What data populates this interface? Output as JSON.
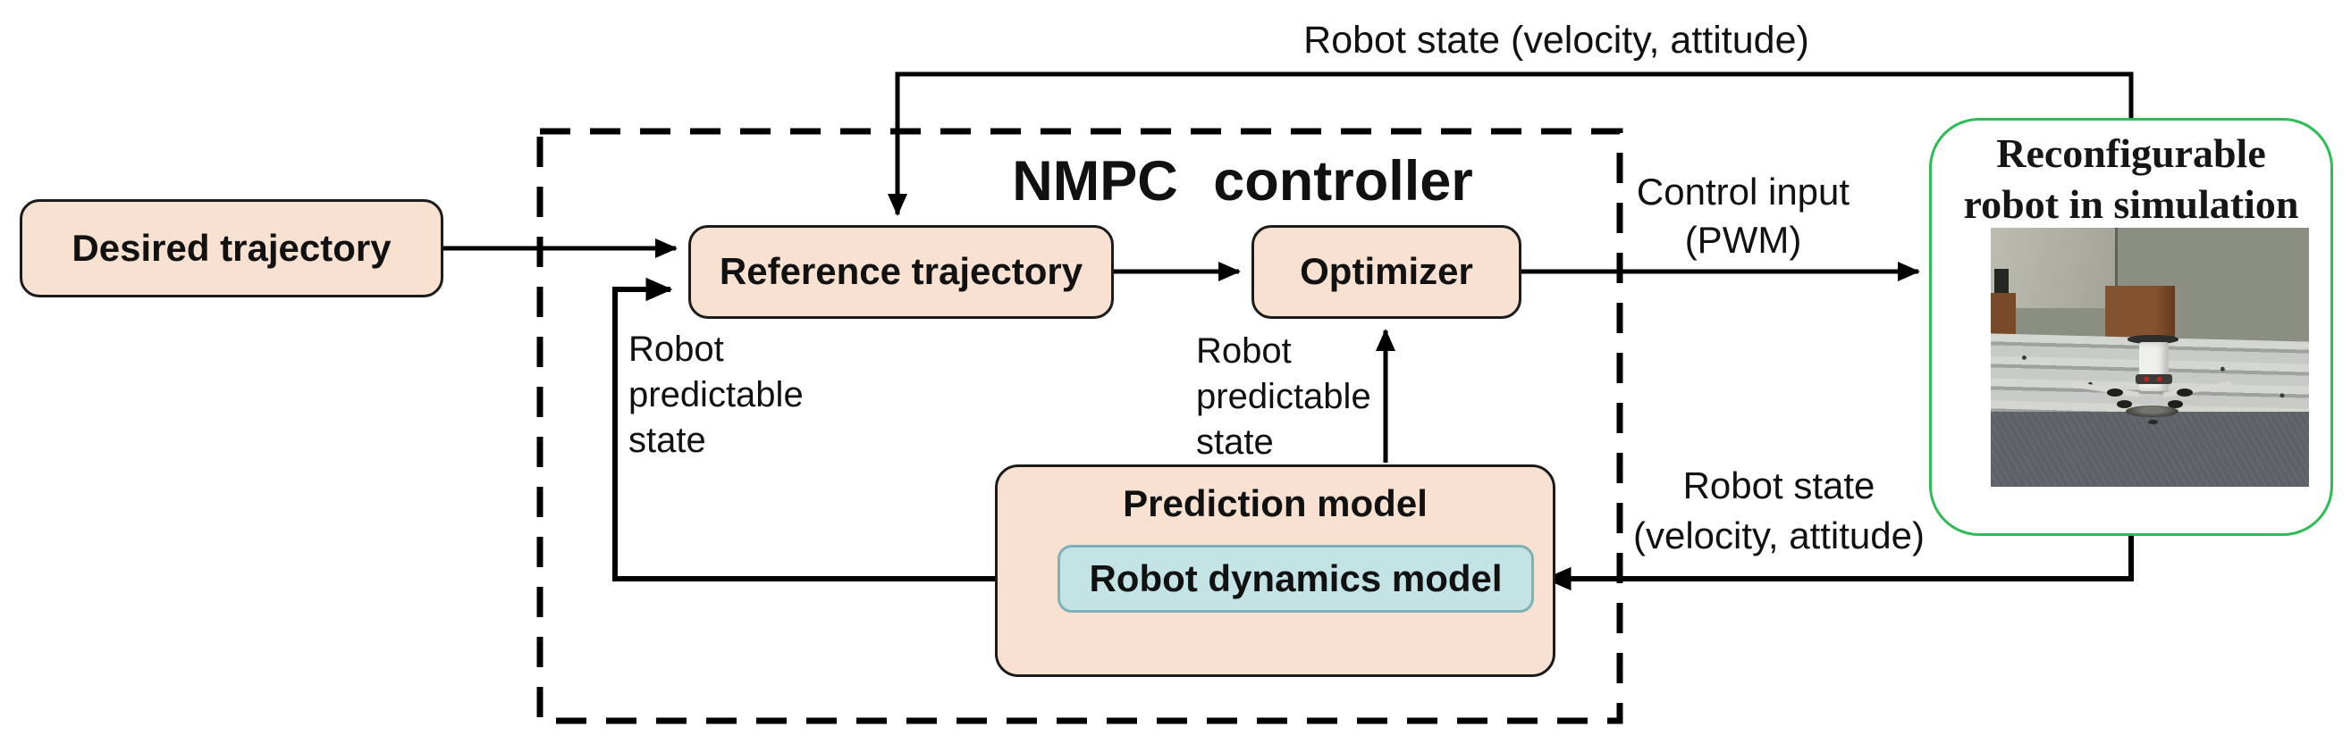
{
  "diagram": {
    "controller_title": "NMPC controller",
    "boxes": {
      "desired": {
        "label": "Desired trajectory"
      },
      "reference": {
        "label": "Reference trajectory"
      },
      "optimizer": {
        "label": "Optimizer"
      },
      "prediction": {
        "label": "Prediction model"
      },
      "dynamics": {
        "label": "Robot dynamics model"
      },
      "simulation": {
        "title": "Reconfigurable\nrobot in simulation"
      }
    },
    "annotations": {
      "top_feedback": "Robot state (velocity, attitude)",
      "control_input": "Control input\n(PWM)",
      "predictable_state_left": "Robot\npredictable\nstate",
      "predictable_state_right": "Robot\npredictable\nstate",
      "bottom_feedback": "Robot state\n(velocity, attitude)"
    }
  },
  "colors": {
    "box-fill": "#f9e1d1",
    "box-border": "#1b1b1b",
    "dynamics-fill": "#c3e3e4",
    "dynamics-border": "#7db1b5",
    "sim-border": "#2dbd54",
    "line": "#000000",
    "text": "#111111"
  }
}
